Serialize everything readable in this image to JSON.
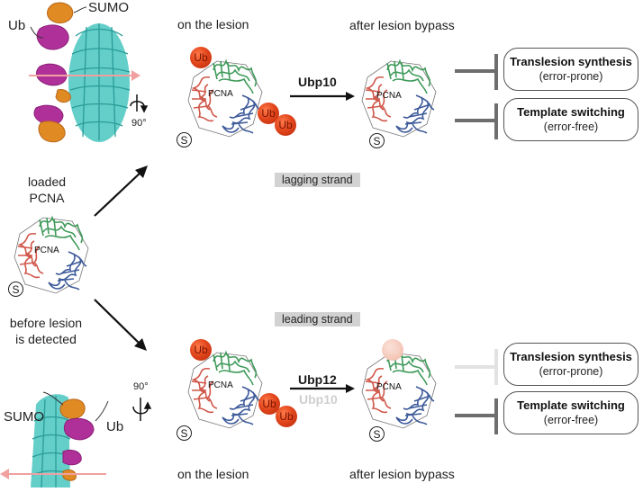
{
  "labels": {
    "on_lesion_top": "on the lesion",
    "after_bypass_top": "after lesion bypass",
    "loaded_pcna": "loaded\nPCNA",
    "loaded_pcna_line1": "loaded",
    "loaded_pcna_line2": "PCNA",
    "before_lesion_line1": "before lesion",
    "before_lesion_line2": "is detected",
    "on_lesion_bottom": "on the lesion",
    "after_bypass_bottom": "after lesion bypass",
    "lagging_strand": "lagging strand",
    "leading_strand": "leading strand",
    "pcna": "PCNA",
    "ub": "Ub",
    "sumo_mark": "S",
    "rotation_angle": "90°"
  },
  "structure_top": {
    "sumo_label": "SUMO",
    "ub_label": "Ub",
    "rotation": "90°"
  },
  "structure_bottom": {
    "sumo_label": "SUMO",
    "ub_label": "Ub",
    "rotation": "90°"
  },
  "pathways": {
    "top": {
      "enzyme": "Ubp10",
      "outcomes": [
        {
          "title": "Translesion synthesis",
          "subtitle": "(error-prone)",
          "inhibited": true
        },
        {
          "title": "Template switching",
          "subtitle": "(error-free)",
          "inhibited": true
        }
      ]
    },
    "bottom": {
      "enzyme": "Ubp12",
      "enzyme_faded": "Ubp10",
      "outcomes": [
        {
          "title": "Translesion synthesis",
          "subtitle": "(error-prone)",
          "inhibited": false
        },
        {
          "title": "Template switching",
          "subtitle": "(error-free)",
          "inhibited": true
        }
      ]
    }
  },
  "colors": {
    "ub": "#e2461c",
    "pcna_green": "#3f9a5a",
    "pcna_red": "#d0574a",
    "pcna_blue": "#3d5a9a",
    "teal": "#3cc0bc",
    "magenta": "#b0309a",
    "orange": "#e08a24",
    "inhibit_bar": "#6e6e6e",
    "inhibit_bar_faded": "#dedede",
    "strand_bg": "#d2d2d2"
  }
}
